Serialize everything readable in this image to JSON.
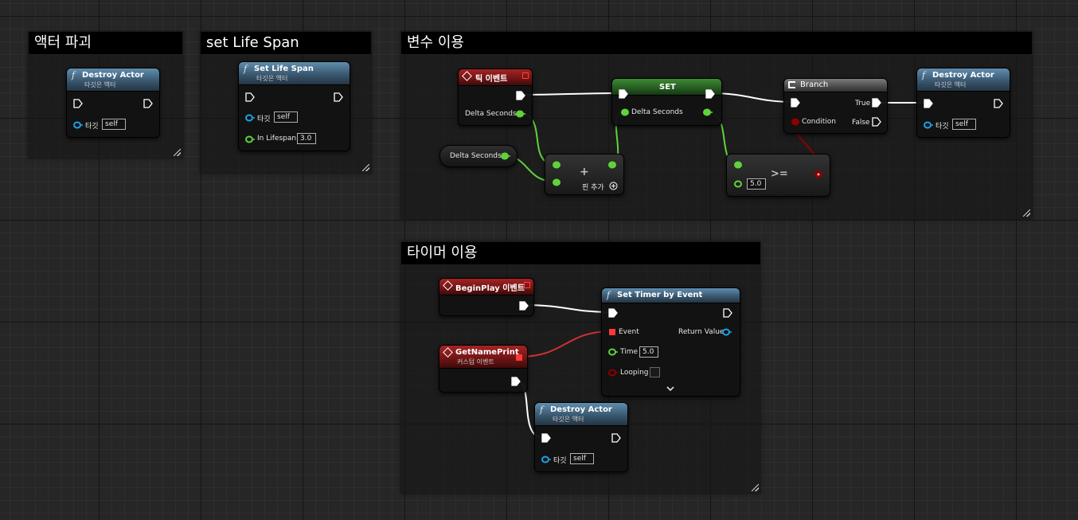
{
  "comments": {
    "destroy": "액터 파괴",
    "lifespan": "set Life Span",
    "variable": "변수 이용",
    "timer": "타이머 이용"
  },
  "nodes": {
    "destroy_actor": {
      "title": "Destroy Actor",
      "subtitle": "타깃은 액터",
      "target_label": "타깃",
      "target_value": "self"
    },
    "set_life_span": {
      "title": "Set Life Span",
      "subtitle": "타깃은 액터",
      "target_label": "타깃",
      "target_value": "self",
      "lifespan_label": "In Lifespan",
      "lifespan_value": "3.0"
    },
    "tick_event": {
      "title": "틱 이벤트",
      "output_label": "Delta Seconds"
    },
    "delta_seconds_var": {
      "title": "Delta Seconds"
    },
    "add_node": {
      "symbol": "+",
      "add_pin_label": "핀 추가"
    },
    "set_node": {
      "title": "SET",
      "pin_label": "Delta Seconds"
    },
    "compare_node": {
      "symbol": ">=",
      "value": "5.0"
    },
    "branch": {
      "title": "Branch",
      "condition_label": "Condition",
      "true_label": "True",
      "false_label": "False"
    },
    "destroy_actor_2": {
      "title": "Destroy Actor",
      "subtitle": "타깃은 액터",
      "target_label": "타깃",
      "target_value": "self"
    },
    "begin_play": {
      "title": "BeginPlay 이벤트"
    },
    "get_name_print": {
      "title": "GetNamePrint",
      "subtitle": "커스텀 이벤트"
    },
    "set_timer": {
      "title": "Set Timer by Event",
      "event_label": "Event",
      "return_label": "Return Value",
      "time_label": "Time",
      "time_value": "5.0",
      "looping_label": "Looping"
    },
    "destroy_actor_3": {
      "title": "Destroy Actor",
      "subtitle": "타깃은 액터",
      "target_label": "타깃",
      "target_value": "self"
    }
  },
  "colors": {
    "exec": "#ffffff",
    "float": "#5fd43a",
    "object": "#1ea0e6",
    "bool": "#8c0000",
    "delegate": "#ff3838"
  }
}
